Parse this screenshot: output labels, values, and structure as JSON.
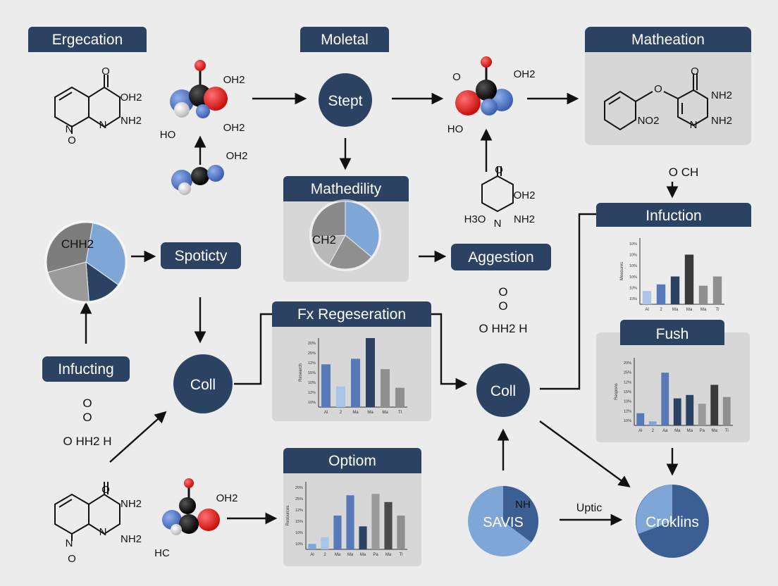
{
  "colors": {
    "navy": "#2c4263",
    "blue": "#5879b8",
    "light_blue": "#7ea6d6",
    "pale_blue": "#a9c4e6",
    "gray": "#8f8f8f",
    "dark_gray": "#4a4a4a",
    "panel": "#d7d7d7",
    "red": "#e12b2b",
    "black": "#111111"
  },
  "headers": {
    "ergecation": "Ergecation",
    "moletal": "Moletal",
    "matheation": "Matheation",
    "mathedility": "Mathedility",
    "infuction": "Infuction",
    "fx_regeseration": "Fx Regeseration",
    "fush": "Fush",
    "optiom": "Optiom"
  },
  "pills": {
    "spoticty": "Spoticty",
    "aggestion": "Aggestion",
    "infucting": "Infucting"
  },
  "circles": {
    "stept": "Stept",
    "coll_left": "Coll",
    "coll_right": "Coll",
    "croklins": "Croklins",
    "savis": "SAVIS",
    "savis_nh": "NH"
  },
  "edge_labels": {
    "uptic": "Uptic"
  },
  "chem": {
    "oh2": "OH2",
    "nh2": "NH2",
    "no2": "NO2",
    "ho": "HO",
    "n": "N",
    "o": "O",
    "h3o": "H3O",
    "hc": "HC",
    "ch2": "CH2",
    "chh2": "CHH2",
    "och": "O CH",
    "ohh2h": "O HH2 H"
  },
  "icons": {
    "ring_structure": "heterocycle-ring-icon",
    "ball_and_stick": "molecule-model-icon",
    "pie": "pie-chart-icon",
    "bar": "bar-chart-icon"
  },
  "chart_data": [
    {
      "type": "pie",
      "name": "Spoticty pie",
      "annotation": "CHH2",
      "values": [
        32,
        14,
        22,
        32
      ]
    },
    {
      "type": "pie",
      "name": "Mathedility pie",
      "annotation": "CH2",
      "values": [
        36,
        22,
        16,
        26
      ]
    },
    {
      "type": "bar",
      "title": "Fx Regeseration",
      "yticks": [
        "10%",
        "12%",
        "10%",
        "15%",
        "12%",
        "25%",
        "20%"
      ],
      "categories": [
        "Al",
        "2",
        "Ma",
        "Ma",
        "Ma",
        "Tl"
      ],
      "ylabel": "Research",
      "values": [
        62,
        30,
        70,
        100,
        55,
        28
      ]
    },
    {
      "type": "bar",
      "title": "Infuction",
      "yticks": [
        "10%",
        "10%",
        "10%",
        "10%",
        "10%",
        "10%"
      ],
      "categories": [
        "Al",
        "2",
        "Ma",
        "Ma",
        "Ma",
        "Tl"
      ],
      "ylabel": "Measures",
      "values": [
        20,
        30,
        42,
        75,
        28,
        42
      ]
    },
    {
      "type": "bar",
      "title": "Fush",
      "yticks": [
        "10%",
        "12%",
        "10%",
        "15%",
        "12%",
        "25%",
        "20%"
      ],
      "categories": [
        "Al",
        "2",
        "Aa",
        "Ma",
        "Ma",
        "Pa",
        "Ma",
        "Tl"
      ],
      "ylabel": "Respons",
      "values": [
        18,
        6,
        78,
        40,
        45,
        32,
        60,
        42
      ]
    },
    {
      "type": "bar",
      "title": "Optiom",
      "yticks": [
        "10%",
        "10%",
        "15%",
        "12%",
        "25%",
        "20%"
      ],
      "categories": [
        "Al",
        "2",
        "Ma",
        "Ma",
        "Ma",
        "Pa",
        "Ma",
        "Tl"
      ],
      "ylabel": "Resources",
      "values": [
        8,
        18,
        50,
        80,
        34,
        82,
        70,
        50
      ]
    }
  ]
}
